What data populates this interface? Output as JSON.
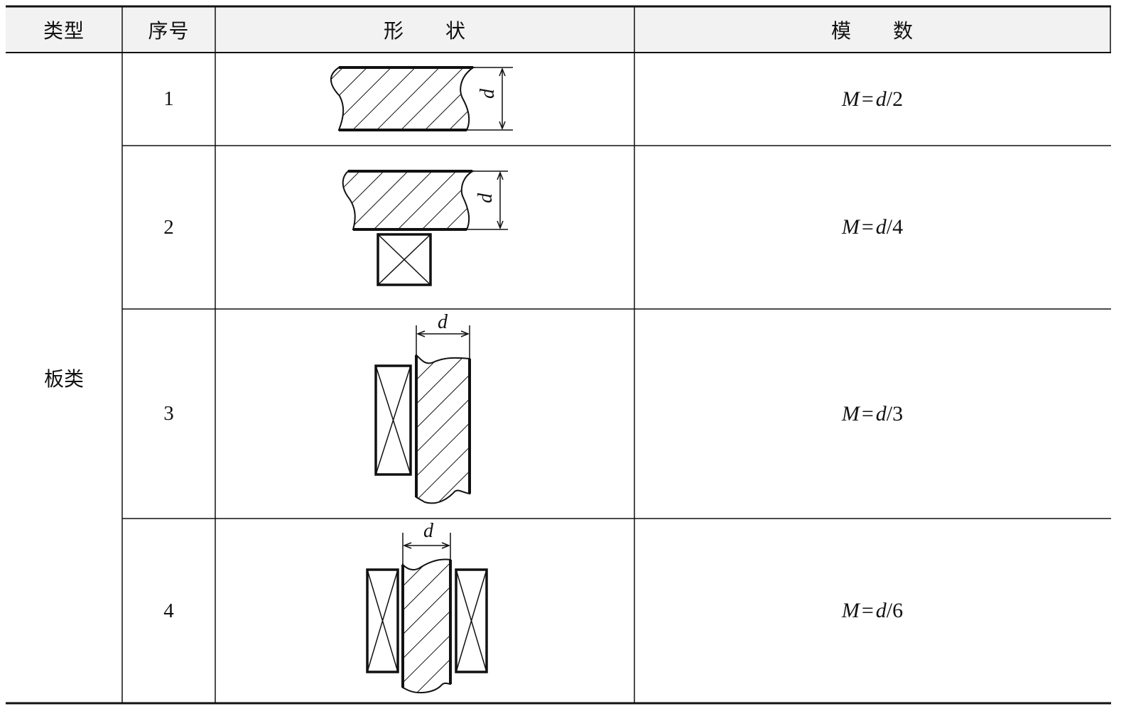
{
  "table": {
    "headers": {
      "type": "类型",
      "index": "序号",
      "shape": "形　　状",
      "modulus": "模　　数"
    },
    "group_label": "板类",
    "rows": [
      {
        "index": "1",
        "formula": {
          "lhs": "M",
          "eq": "=",
          "var": "d",
          "rest": "/2"
        }
      },
      {
        "index": "2",
        "formula": {
          "lhs": "M",
          "eq": "=",
          "var": "d",
          "rest": "/4"
        }
      },
      {
        "index": "3",
        "formula": {
          "lhs": "M",
          "eq": "=",
          "var": "d",
          "rest": "/3"
        }
      },
      {
        "index": "4",
        "formula": {
          "lhs": "M",
          "eq": "=",
          "var": "d",
          "rest": "/6"
        }
      }
    ],
    "dimension_label": "d"
  }
}
